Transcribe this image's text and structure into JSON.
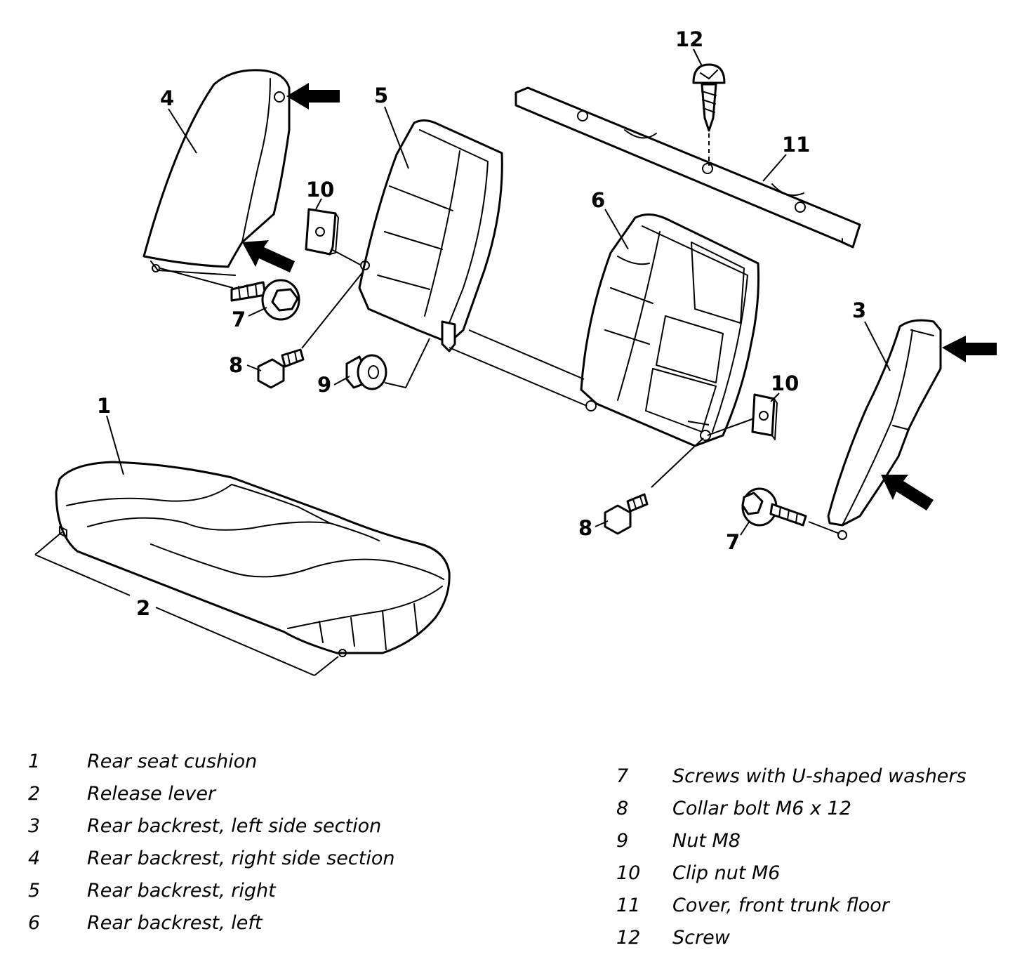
{
  "callouts": {
    "c1": "1",
    "c2": "2",
    "c3": "3",
    "c4": "4",
    "c5": "5",
    "c6": "6",
    "c7a": "7",
    "c7b": "7",
    "c8a": "8",
    "c8b": "8",
    "c9": "9",
    "c10a": "10",
    "c10b": "10",
    "c11": "11",
    "c12": "12"
  },
  "legend_left": [
    {
      "num": "1",
      "label": "Rear seat cushion"
    },
    {
      "num": "2",
      "label": "Release lever"
    },
    {
      "num": "3",
      "label": "Rear backrest, left side section"
    },
    {
      "num": "4",
      "label": "Rear backrest, right side section"
    },
    {
      "num": "5",
      "label": "Rear backrest, right"
    },
    {
      "num": "6",
      "label": "Rear backrest, left"
    }
  ],
  "legend_right": [
    {
      "num": "7",
      "label": "Screws with U-shaped washers"
    },
    {
      "num": "8",
      "label": "Collar bolt M6 x 12"
    },
    {
      "num": "9",
      "label": "Nut M8"
    },
    {
      "num": "10",
      "label": "Clip nut M6"
    },
    {
      "num": "11",
      "label": "Cover, front trunk floor"
    },
    {
      "num": "12",
      "label": "Screw"
    }
  ]
}
